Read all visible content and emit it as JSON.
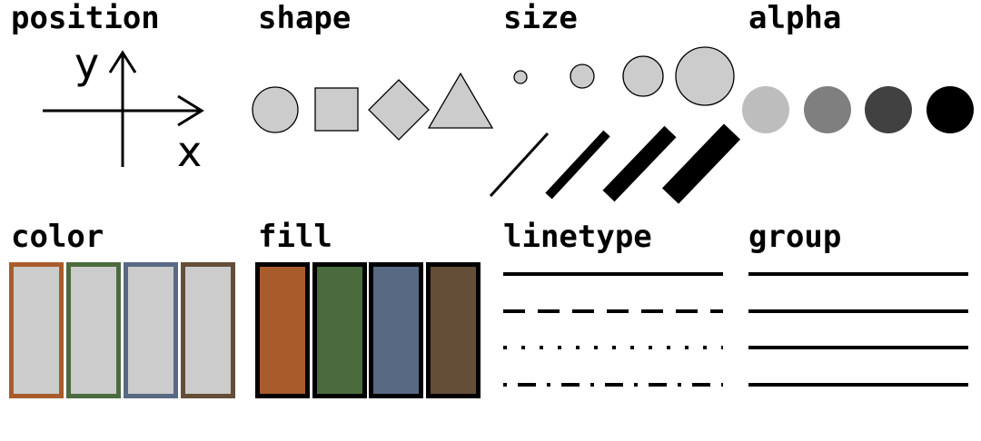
{
  "panels": {
    "position": {
      "title": "position",
      "x_letter": "x",
      "y_letter": "y"
    },
    "shape": {
      "title": "shape",
      "shapes": [
        "circle-icon",
        "square-icon",
        "diamond-icon",
        "triangle-icon"
      ]
    },
    "size": {
      "title": "size"
    },
    "alpha": {
      "title": "alpha"
    },
    "color": {
      "title": "color"
    },
    "fill": {
      "title": "fill"
    },
    "linetype": {
      "title": "linetype",
      "types": [
        "solid",
        "dashed",
        "dotted",
        "dot-dash"
      ]
    },
    "group": {
      "title": "group"
    }
  },
  "colors": {
    "grey_fill": "#cccccc",
    "orange": "#a85c2b",
    "green": "#4b6b3e",
    "blue": "#586983",
    "brown": "#644e37",
    "alpha_levels": [
      "#bdbdbd",
      "#7f7f7f",
      "#414141",
      "#000000"
    ]
  }
}
